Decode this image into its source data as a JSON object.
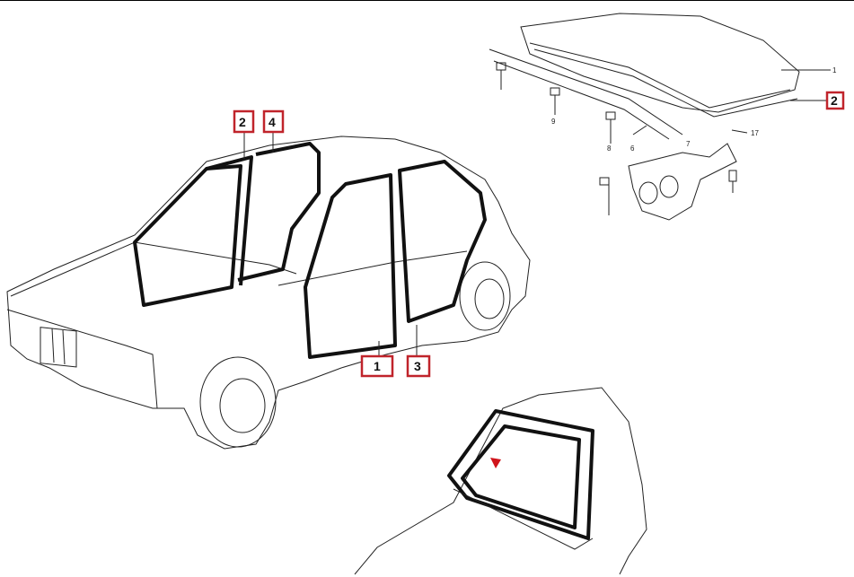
{
  "callouts": {
    "c1": "1",
    "c2": "2",
    "c3": "3",
    "c4": "4",
    "c_roof": "2"
  },
  "roof_numbers": {
    "n1": "1",
    "n9": "9",
    "n8": "8",
    "n6": "6",
    "n7": "7",
    "n17": "17"
  },
  "colors": {
    "callout_box": "#c0242b",
    "arrow": "#d0141b",
    "line": "#222222"
  }
}
